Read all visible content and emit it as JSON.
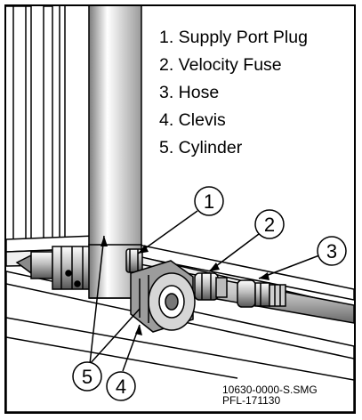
{
  "legend": {
    "items": [
      "1. Supply Port Plug",
      "2. Velocity Fuse",
      "3. Hose",
      "4. Clevis",
      "5. Cylinder"
    ]
  },
  "callouts": {
    "c1": "1",
    "c2": "2",
    "c3": "3",
    "c4": "4",
    "c5": "5"
  },
  "reference": {
    "line1": "10630-0000-S.SMG",
    "line2": "PFL-171130"
  },
  "colors": {
    "line": "#000000",
    "background": "#ffffff",
    "metal_light": "#d9d9d9",
    "metal_mid": "#a6a6a6",
    "metal_dark": "#6e6e6e"
  }
}
